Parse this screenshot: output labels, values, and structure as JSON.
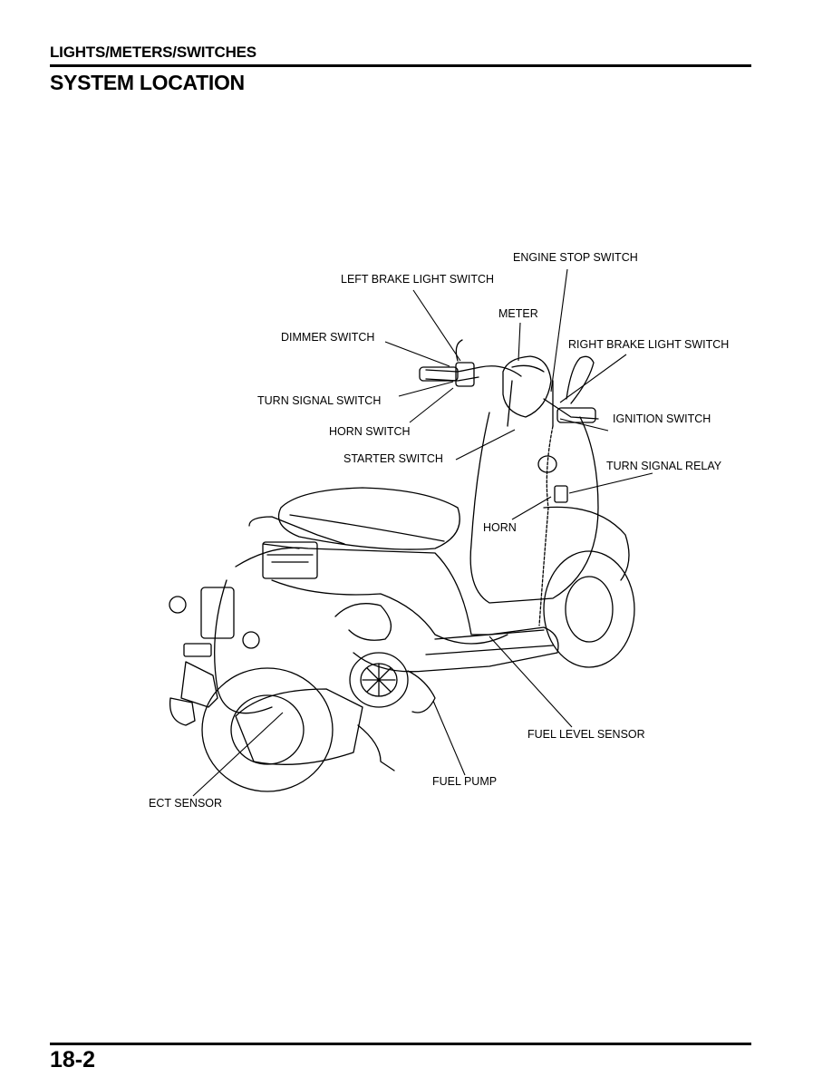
{
  "header": {
    "section": "LIGHTS/METERS/SWITCHES",
    "title": "SYSTEM LOCATION"
  },
  "footer": {
    "page_number": "18-2"
  },
  "callouts": {
    "engine_stop_switch": "ENGINE STOP SWITCH",
    "left_brake_light_switch": "LEFT BRAKE LIGHT SWITCH",
    "meter": "METER",
    "dimmer_switch": "DIMMER SWITCH",
    "right_brake_light_switch": "RIGHT BRAKE LIGHT SWITCH",
    "turn_signal_switch": "TURN SIGNAL SWITCH",
    "ignition_switch": "IGNITION SWITCH",
    "horn_switch": "HORN SWITCH",
    "starter_switch": "STARTER SWITCH",
    "turn_signal_relay": "TURN SIGNAL RELAY",
    "horn": "HORN",
    "fuel_level_sensor": "FUEL LEVEL SENSOR",
    "fuel_pump": "FUEL PUMP",
    "ect_sensor": "ECT SENSOR"
  }
}
